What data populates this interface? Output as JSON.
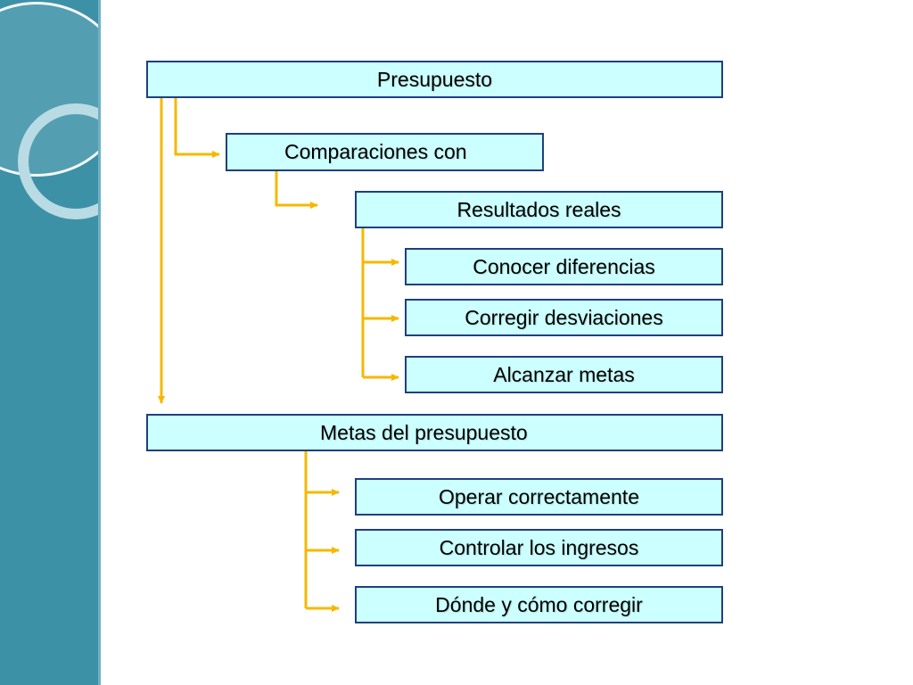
{
  "diagram": {
    "root": {
      "label": "Presupuesto"
    },
    "comparaciones": {
      "label": "Comparaciones con"
    },
    "resultados": {
      "label": "Resultados reales"
    },
    "resultados_items": [
      {
        "label": "Conocer diferencias"
      },
      {
        "label": "Corregir desviaciones"
      },
      {
        "label": "Alcanzar metas"
      }
    ],
    "metas": {
      "label": "Metas del presupuesto"
    },
    "metas_items": [
      {
        "label": "Operar correctamente"
      },
      {
        "label": "Controlar los ingresos"
      },
      {
        "label": "Dónde y cómo corregir"
      }
    ]
  },
  "colors": {
    "box_fill": "#ccffff",
    "box_border": "#1f3f80",
    "connector": "#f5b800",
    "sidebar": "#3d91a7"
  }
}
